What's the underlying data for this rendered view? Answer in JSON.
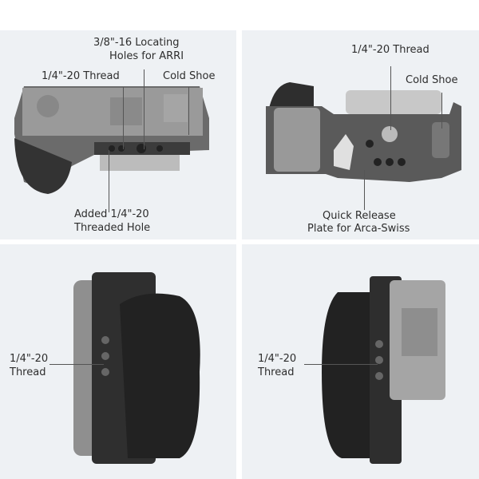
{
  "panels": [
    {
      "labels": {
        "locating": "3/8\"-16 Locating",
        "locating2": "Holes for ARRI",
        "thread": "1/4\"-20 Thread",
        "cold_shoe": "Cold Shoe",
        "added": "Added 1/4\"-20",
        "added2": "Threaded Hole"
      }
    },
    {
      "labels": {
        "thread": "1/4\"-20 Thread",
        "cold_shoe": "Cold Shoe",
        "qr": "Quick Release",
        "qr2": "Plate for Arca-Swiss"
      }
    },
    {
      "labels": {
        "thread": "1/4\"-20",
        "thread2": "Thread"
      }
    },
    {
      "labels": {
        "thread": "1/4\"-20",
        "thread2": "Thread"
      }
    }
  ]
}
